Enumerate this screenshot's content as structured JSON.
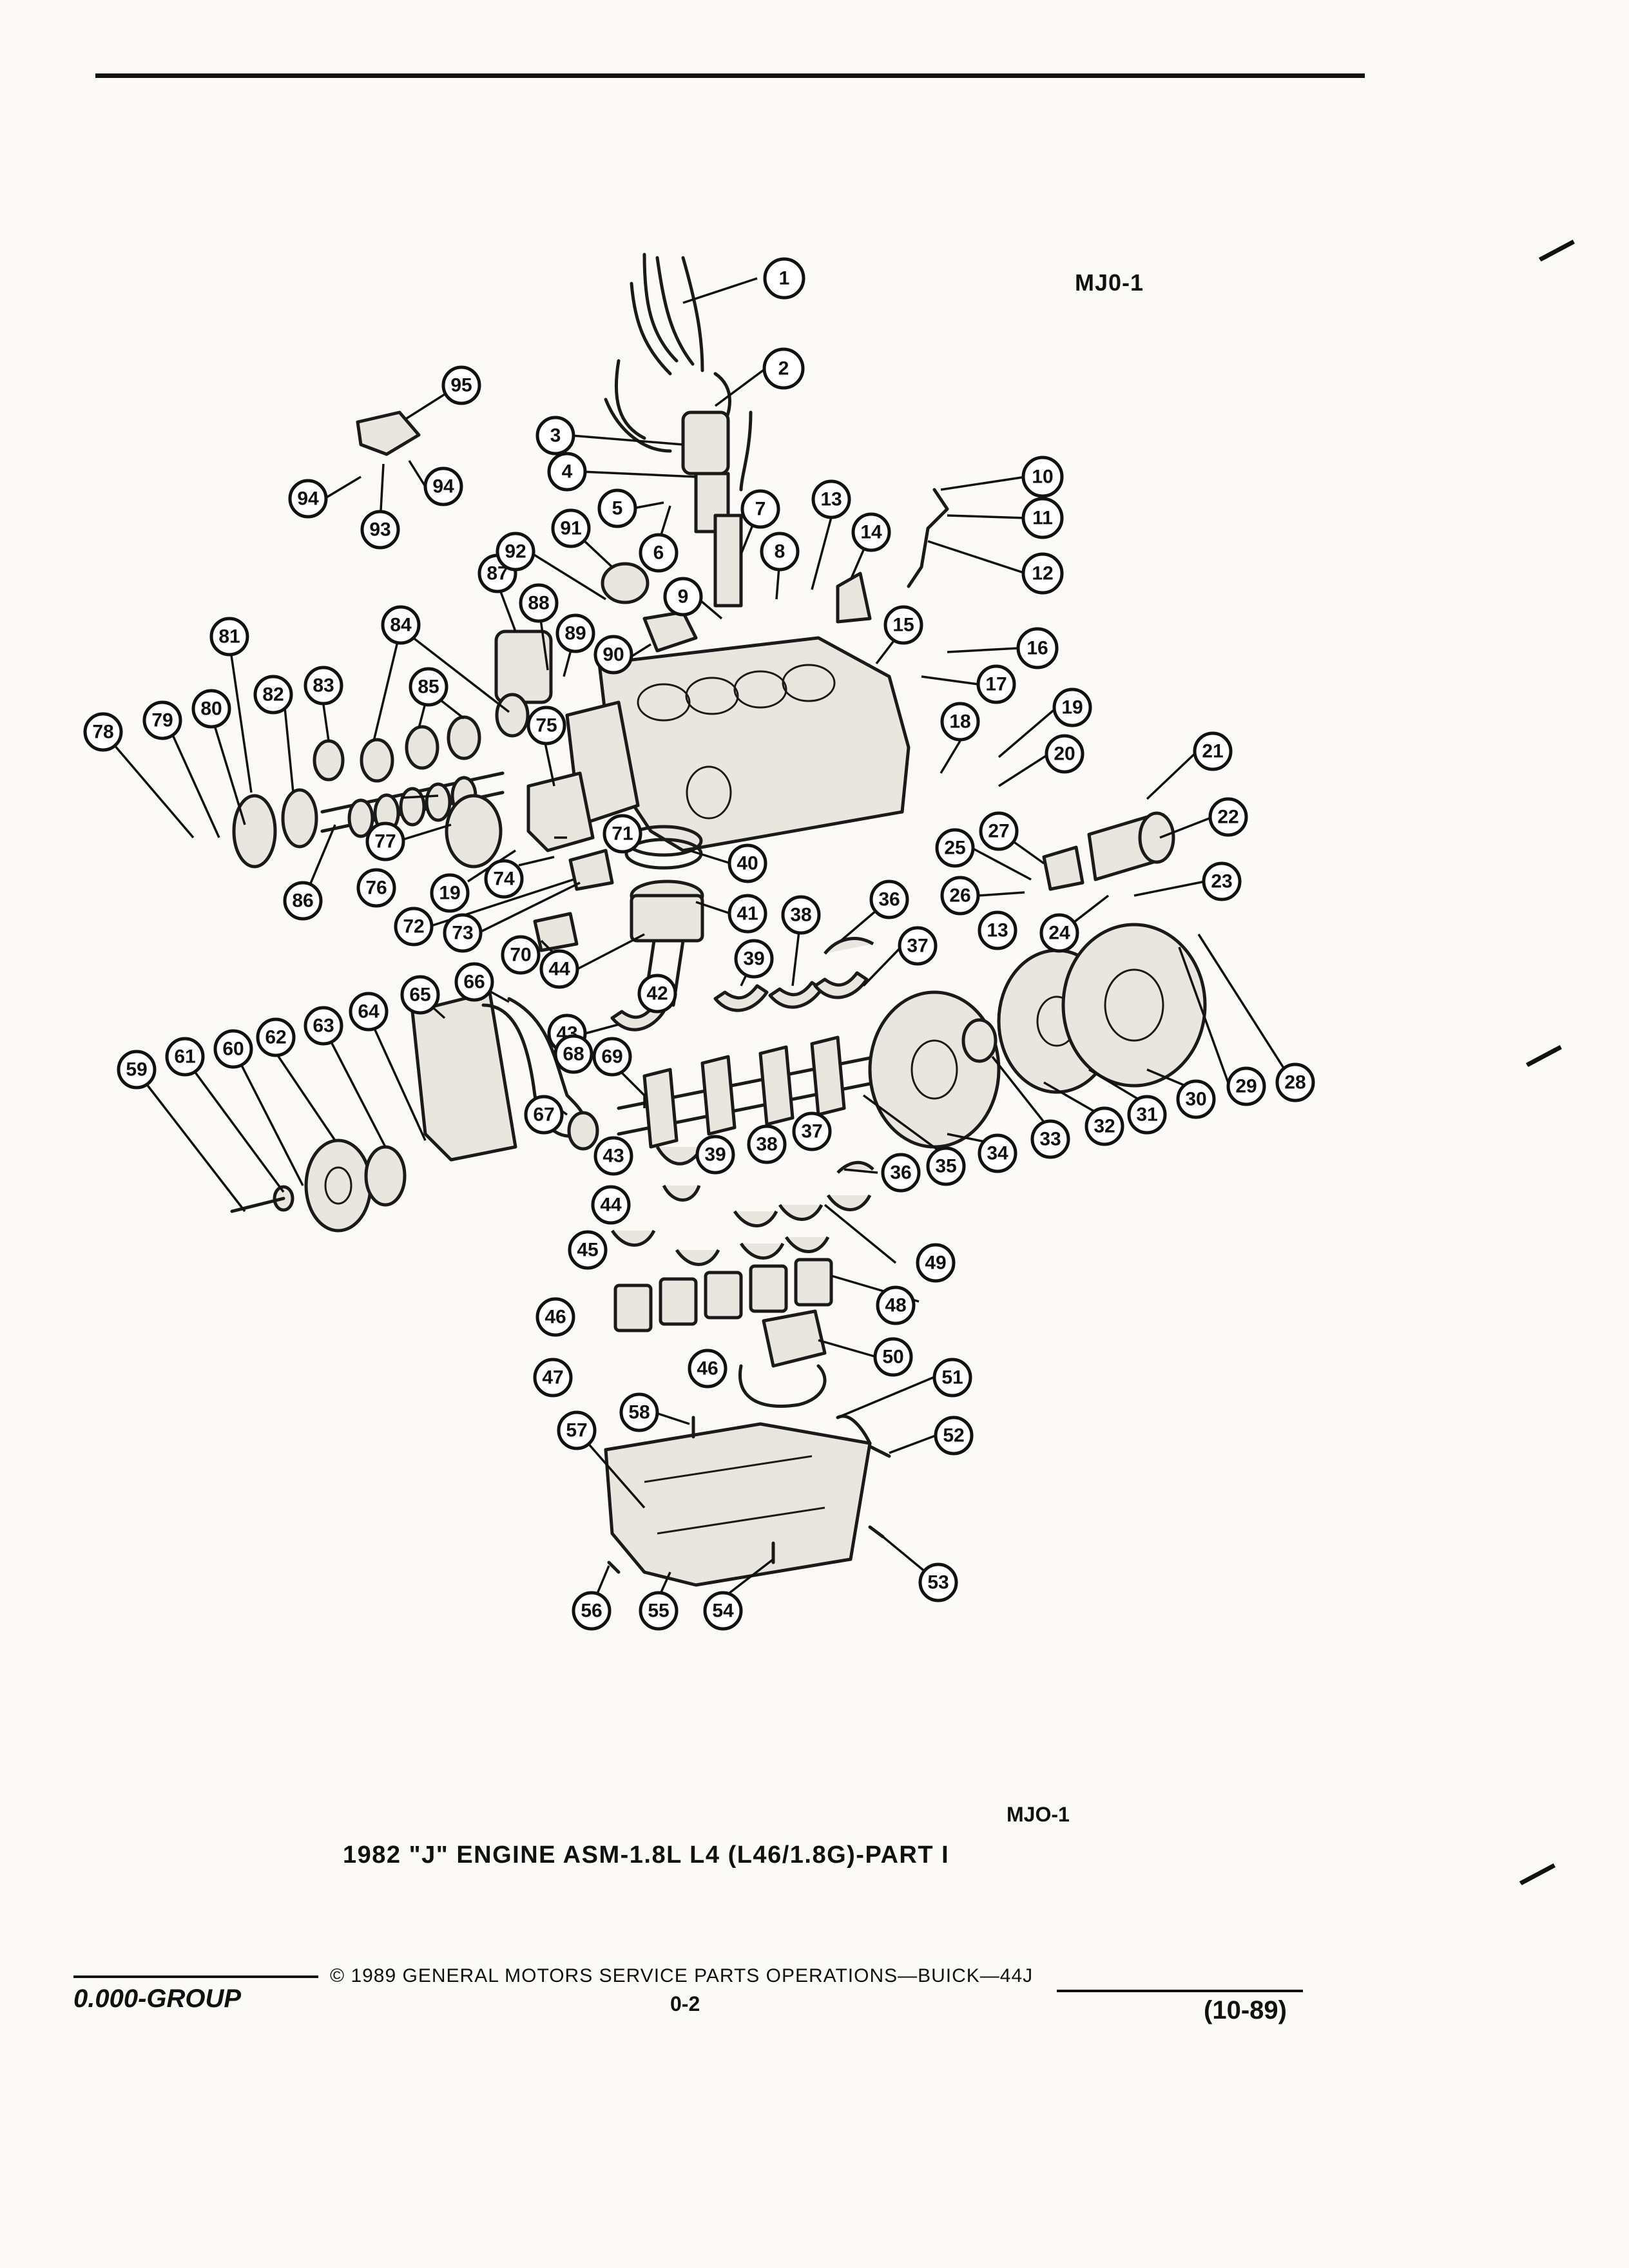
{
  "document": {
    "figure_code_top": "MJ0-1",
    "figure_code_bottom": "MJO-1",
    "caption": "1982 \"J\" ENGINE ASM-1.8L L4 (L46/1.8G)-PART I",
    "copyright": "© 1989 GENERAL MOTORS SERVICE PARTS OPERATIONS—BUICK—44J",
    "group": "0.000-GROUP",
    "page_number": "0-2",
    "revision": "(10-89)"
  },
  "callouts": [
    {
      "id": "c1",
      "label": "1"
    },
    {
      "id": "c2",
      "label": "2"
    },
    {
      "id": "c3",
      "label": "3"
    },
    {
      "id": "c4",
      "label": "4"
    },
    {
      "id": "c5",
      "label": "5"
    },
    {
      "id": "c6",
      "label": "6"
    },
    {
      "id": "c7",
      "label": "7"
    },
    {
      "id": "c8",
      "label": "8"
    },
    {
      "id": "c9",
      "label": "9"
    },
    {
      "id": "c10",
      "label": "10"
    },
    {
      "id": "c11",
      "label": "11"
    },
    {
      "id": "c12",
      "label": "12"
    },
    {
      "id": "c13a",
      "label": "13"
    },
    {
      "id": "c13b",
      "label": "13"
    },
    {
      "id": "c14",
      "label": "14"
    },
    {
      "id": "c15",
      "label": "15"
    },
    {
      "id": "c16",
      "label": "16"
    },
    {
      "id": "c17",
      "label": "17"
    },
    {
      "id": "c18",
      "label": "18"
    },
    {
      "id": "c19a",
      "label": "19"
    },
    {
      "id": "c19b",
      "label": "19"
    },
    {
      "id": "c20",
      "label": "20"
    },
    {
      "id": "c21",
      "label": "21"
    },
    {
      "id": "c22",
      "label": "22"
    },
    {
      "id": "c23",
      "label": "23"
    },
    {
      "id": "c24",
      "label": "24"
    },
    {
      "id": "c25",
      "label": "25"
    },
    {
      "id": "c26",
      "label": "26"
    },
    {
      "id": "c27",
      "label": "27"
    },
    {
      "id": "c28",
      "label": "28"
    },
    {
      "id": "c29",
      "label": "29"
    },
    {
      "id": "c30",
      "label": "30"
    },
    {
      "id": "c31",
      "label": "31"
    },
    {
      "id": "c32",
      "label": "32"
    },
    {
      "id": "c33",
      "label": "33"
    },
    {
      "id": "c34",
      "label": "34"
    },
    {
      "id": "c35",
      "label": "35"
    },
    {
      "id": "c36a",
      "label": "36"
    },
    {
      "id": "c36b",
      "label": "36"
    },
    {
      "id": "c37a",
      "label": "37"
    },
    {
      "id": "c37b",
      "label": "37"
    },
    {
      "id": "c38a",
      "label": "38"
    },
    {
      "id": "c38b",
      "label": "38"
    },
    {
      "id": "c39a",
      "label": "39"
    },
    {
      "id": "c39b",
      "label": "39"
    },
    {
      "id": "c40",
      "label": "40"
    },
    {
      "id": "c41",
      "label": "41"
    },
    {
      "id": "c42",
      "label": "42"
    },
    {
      "id": "c43a",
      "label": "43"
    },
    {
      "id": "c43b",
      "label": "43"
    },
    {
      "id": "c44a",
      "label": "44"
    },
    {
      "id": "c44b",
      "label": "44"
    },
    {
      "id": "c45",
      "label": "45"
    },
    {
      "id": "c46a",
      "label": "46"
    },
    {
      "id": "c46b",
      "label": "46"
    },
    {
      "id": "c47",
      "label": "47"
    },
    {
      "id": "c48",
      "label": "48"
    },
    {
      "id": "c49",
      "label": "49"
    },
    {
      "id": "c50",
      "label": "50"
    },
    {
      "id": "c51",
      "label": "51"
    },
    {
      "id": "c52",
      "label": "52"
    },
    {
      "id": "c53",
      "label": "53"
    },
    {
      "id": "c54",
      "label": "54"
    },
    {
      "id": "c55",
      "label": "55"
    },
    {
      "id": "c56",
      "label": "56"
    },
    {
      "id": "c57",
      "label": "57"
    },
    {
      "id": "c58",
      "label": "58"
    },
    {
      "id": "c59",
      "label": "59"
    },
    {
      "id": "c60",
      "label": "60"
    },
    {
      "id": "c61",
      "label": "61"
    },
    {
      "id": "c62",
      "label": "62"
    },
    {
      "id": "c63",
      "label": "63"
    },
    {
      "id": "c64",
      "label": "64"
    },
    {
      "id": "c65",
      "label": "65"
    },
    {
      "id": "c66",
      "label": "66"
    },
    {
      "id": "c67",
      "label": "67"
    },
    {
      "id": "c68",
      "label": "68"
    },
    {
      "id": "c69",
      "label": "69"
    },
    {
      "id": "c70",
      "label": "70"
    },
    {
      "id": "c71",
      "label": "71"
    },
    {
      "id": "c72",
      "label": "72"
    },
    {
      "id": "c73",
      "label": "73"
    },
    {
      "id": "c74",
      "label": "74"
    },
    {
      "id": "c75",
      "label": "75"
    },
    {
      "id": "c76",
      "label": "76"
    },
    {
      "id": "c77",
      "label": "77"
    },
    {
      "id": "c78",
      "label": "78"
    },
    {
      "id": "c79",
      "label": "79"
    },
    {
      "id": "c80",
      "label": "80"
    },
    {
      "id": "c81",
      "label": "81"
    },
    {
      "id": "c82",
      "label": "82"
    },
    {
      "id": "c83",
      "label": "83"
    },
    {
      "id": "c84",
      "label": "84"
    },
    {
      "id": "c85",
      "label": "85"
    },
    {
      "id": "c86",
      "label": "86"
    },
    {
      "id": "c87",
      "label": "87"
    },
    {
      "id": "c88",
      "label": "88"
    },
    {
      "id": "c89",
      "label": "89"
    },
    {
      "id": "c90",
      "label": "90"
    },
    {
      "id": "c91",
      "label": "91"
    },
    {
      "id": "c92",
      "label": "92"
    },
    {
      "id": "c93",
      "label": "93"
    },
    {
      "id": "c94a",
      "label": "94"
    },
    {
      "id": "c94b",
      "label": "94"
    },
    {
      "id": "c95",
      "label": "95"
    }
  ]
}
